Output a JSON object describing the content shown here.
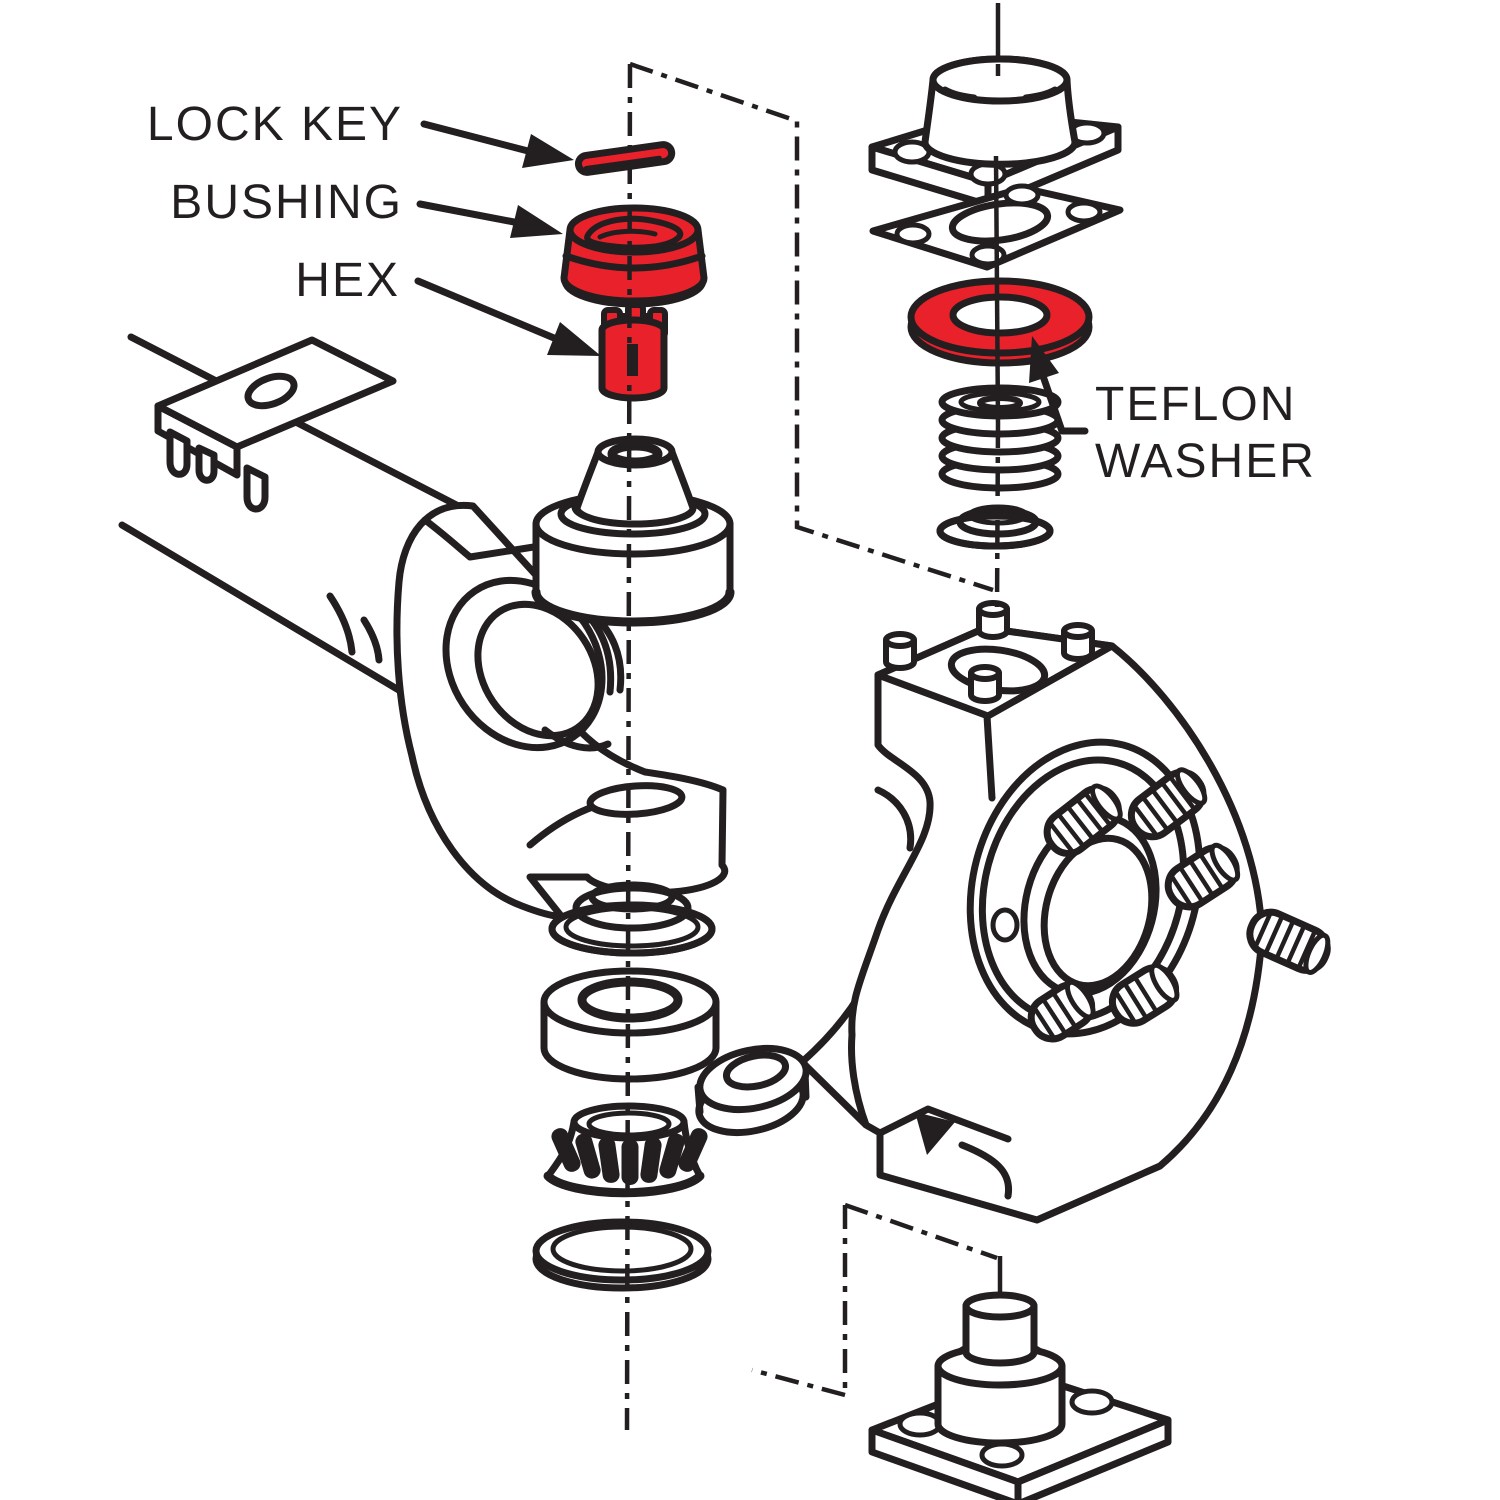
{
  "diagram": {
    "labels": {
      "lock_key": "LOCK KEY",
      "bushing": "BUSHING",
      "hex": "HEX",
      "teflon_washer_line1": "TEFLON",
      "teflon_washer_line2": "WASHER"
    },
    "colors": {
      "highlight_red": "#e8212b",
      "line_black": "#231f20",
      "background": "#ffffff"
    }
  }
}
